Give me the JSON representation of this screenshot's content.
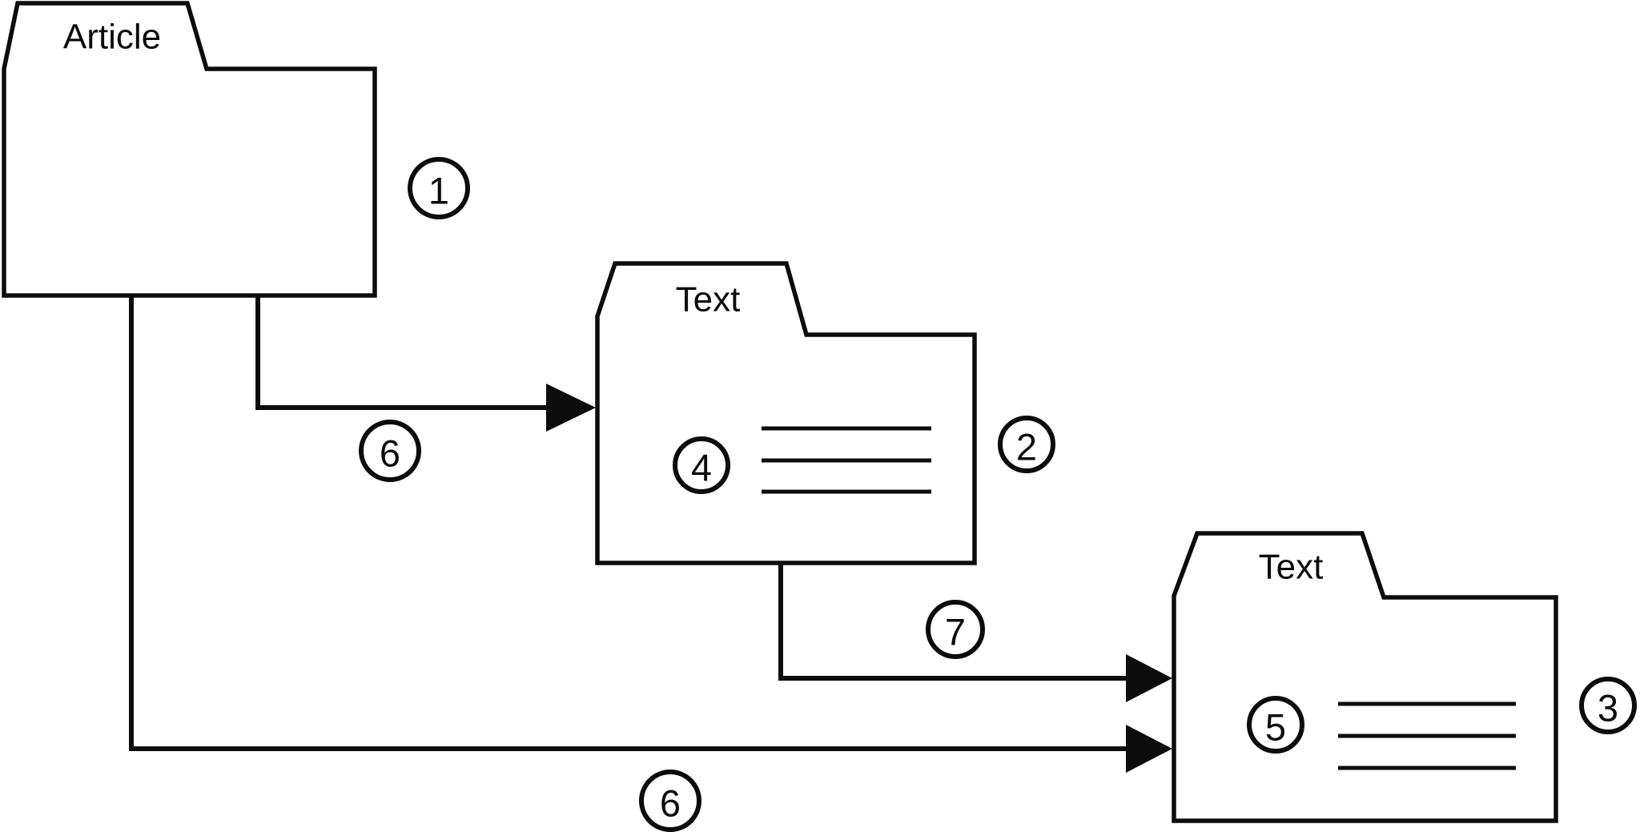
{
  "diagram": {
    "background_color": "#ffffff",
    "line_color": "#0c0c0c",
    "folders": {
      "article": {
        "label": "Article",
        "badge": "1"
      },
      "text_middle": {
        "label": "Text",
        "badge": "2",
        "inner_badge": "4"
      },
      "text_bottom": {
        "label": "Text",
        "badge": "3",
        "inner_badge": "5"
      }
    },
    "arrows": {
      "article_to_text_middle": {
        "badge": "6"
      },
      "text_middle_to_text_bottom": {
        "badge": "7"
      },
      "article_to_text_bottom": {
        "badge": "6"
      }
    }
  }
}
